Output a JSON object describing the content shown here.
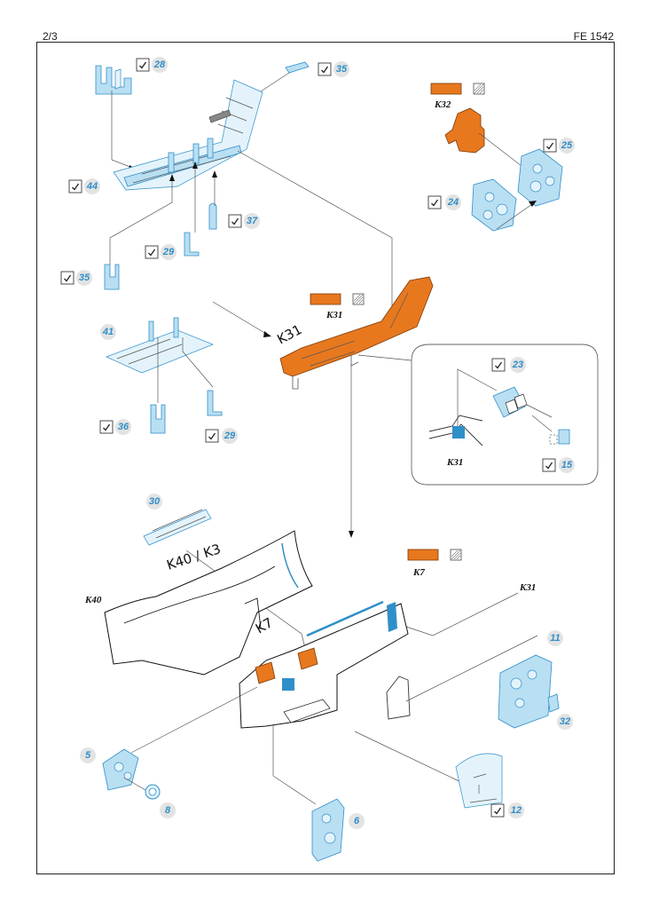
{
  "header": {
    "page": "2/3",
    "code": "FE 1542"
  },
  "parts": {
    "p28": "28",
    "p35a": "35",
    "p44": "44",
    "p37": "37",
    "p29a": "29",
    "p35b": "35",
    "p24": "24",
    "p25": "25",
    "p41": "41",
    "p36": "36",
    "p29b": "29",
    "p23": "23",
    "p15": "15",
    "p30": "30",
    "p11": "11",
    "p32": "32",
    "p5": "5",
    "p8": "8",
    "p6": "6",
    "p12": "12"
  },
  "kit_labels": {
    "k32": "K32",
    "k31a": "K31",
    "k31b": "K31",
    "k7": "K7",
    "k31c": "K31",
    "k40": "K40"
  },
  "handwritten": {
    "k31_arrow": "K31",
    "k40_k3": "K40 / K3",
    "k7": "K7"
  },
  "colors": {
    "photoetch": "#2f8fc9",
    "resin": "#e8781e"
  }
}
